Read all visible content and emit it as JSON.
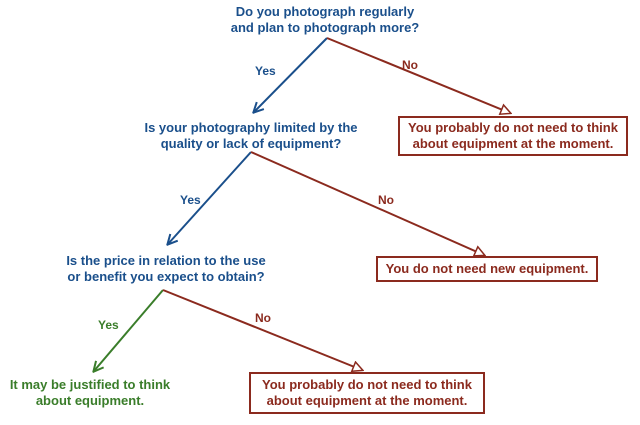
{
  "colors": {
    "question": "#1a4f8b",
    "no": "#8b2a1e",
    "yes_final": "#3a7d2a"
  },
  "questions": [
    {
      "line1": "Do you photograph regularly",
      "line2": "and plan to photograph more?"
    },
    {
      "line1": "Is your photography limited by the",
      "line2": "quality or lack of equipment?"
    },
    {
      "line1": "Is the price in relation to the use",
      "line2": "or benefit you expect to obtain?"
    }
  ],
  "branches": {
    "yes": "Yes",
    "no": "No"
  },
  "outcomes": [
    {
      "line1": "You probably do not need to think",
      "line2": "about equipment at  the moment."
    },
    {
      "line1": "You do not need new equipment."
    },
    {
      "line1": "You probably do not need to think",
      "line2": "about equipment at  the moment."
    }
  ],
  "positive_outcome": {
    "line1": "It may be justified to think",
    "line2": "about equipment."
  }
}
